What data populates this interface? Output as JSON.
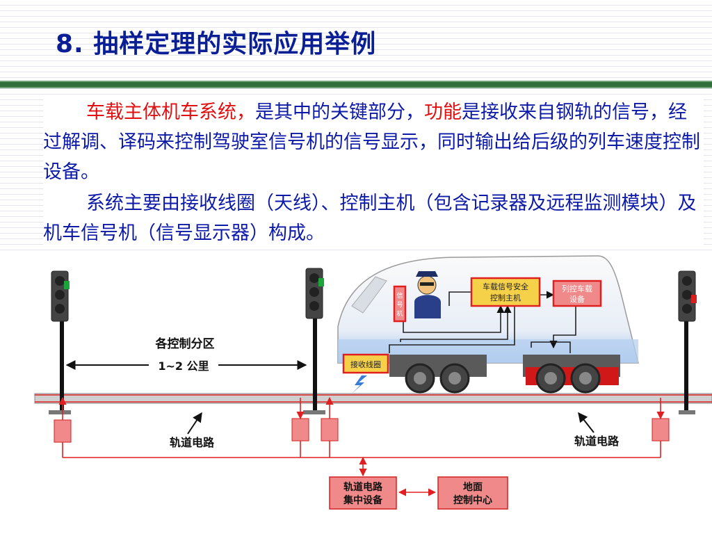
{
  "slide": {
    "title": "8. 抽样定理的实际应用举例",
    "para1": {
      "part1": "车载主体机车系统，",
      "part2": "是其中的关键部分，",
      "part3": "功能",
      "part4": "是接收来自钢轨的信号，经过解调、译码来控制驾驶室信号机的信号显示，同时输出给后级的列车速度控制设备。"
    },
    "para2": "系统主要由接收线圈（天线）、控制主机（包含记录器及远程监测模块）及机车信号机（信号显示器）构成。"
  },
  "diagram": {
    "section_label": "各控制分区",
    "distance_label": "1~2 公里",
    "track_circuit_left": "轨道电路",
    "track_circuit_right": "轨道电路",
    "signal_machine": "信号机",
    "onboard_host": "车载信号安全控制主机",
    "onboard_host_line1": "车载信号安全",
    "onboard_host_line2": "控制主机",
    "speed_control_line1": "列控车载",
    "speed_control_line2": "设备",
    "receive_coil": "接收线圈",
    "central_equipment_line1": "轨道电路",
    "central_equipment_line2": "集中设备",
    "ground_control_line1": "地面",
    "ground_control_line2": "控制中心"
  },
  "colors": {
    "title": "#0a1f96",
    "body_text": "#0d1aa8",
    "highlight": "#e01010",
    "rule": "#2f6f3a",
    "box_fill": "#f08a8a",
    "box_border": "#d42020"
  }
}
